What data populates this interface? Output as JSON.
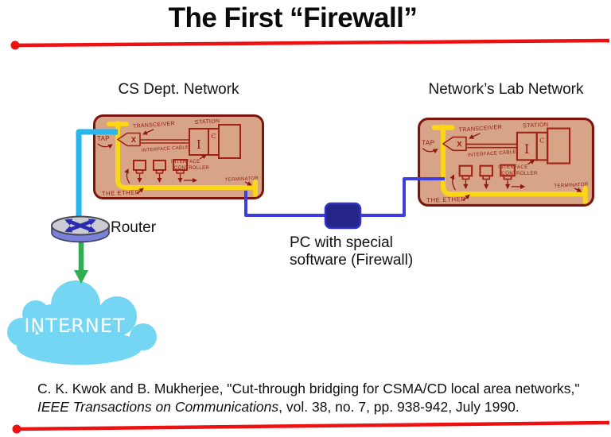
{
  "title": "The First “Firewall”",
  "networks": {
    "left_label": "CS Dept. Network",
    "right_label": "Network’s Lab Network"
  },
  "sketch": {
    "tap": "TAP",
    "transceiver": "TRANSCEIVER",
    "station": "STATION",
    "interface_cable": "INTERFACE CABLE",
    "interface": "INTERFACE",
    "controller": "CONTROLLER",
    "terminator": "TERMINATOR",
    "the_ether": "THE ETHER",
    "x": "X",
    "i": "I",
    "c": "C"
  },
  "router_label": "Router",
  "internet_label": "INTERNET",
  "pc_label": {
    "line1": "PC with special",
    "line2": "software (Firewall)"
  },
  "citation": {
    "line1": "C. K. Kwok and B. Mukherjee, \"Cut-through bridging for CSMA/CD local area networks,\"",
    "line2_italic": "IEEE Transactions on Communications",
    "line2_rest": ", vol. 38, no. 7, pp. 938-942, July 1990."
  },
  "colors": {
    "rule_red": "#ee1111",
    "ether_yellow": "#fad616",
    "sketch_red": "#a32015",
    "panel_tan": "#d8a487",
    "panel_border": "#7b150d",
    "uplink_cyan": "#29b6ec",
    "link_blue": "#3d3de0",
    "pc_navy": "#262688",
    "arrow_green": "#2eae4e",
    "cloud_blue": "#74d6f3",
    "router_purple": "#7b80d8"
  }
}
